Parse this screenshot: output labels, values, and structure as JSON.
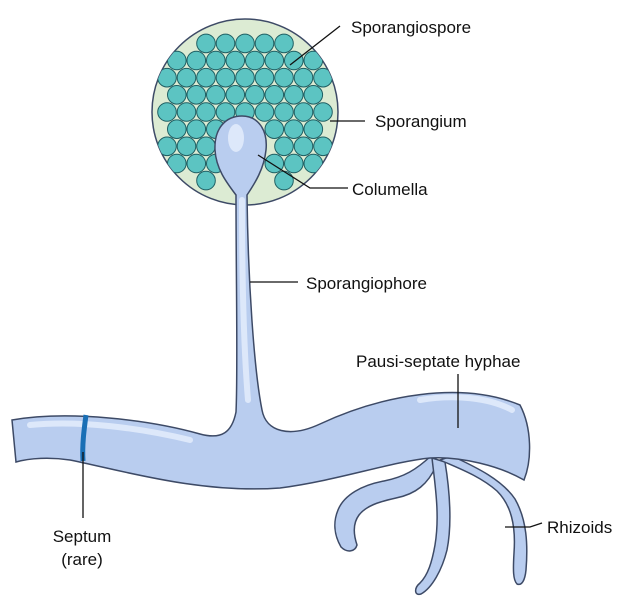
{
  "labels": {
    "sporangiospore": "Sporangiospore",
    "sporangium": "Sporangium",
    "columella": "Columella",
    "sporangiophore": "Sporangiophore",
    "hyphae": "Pausi-septate hyphae",
    "rhizoids": "Rhizoids",
    "septum_line1": "Septum",
    "septum_line2": "(rare)"
  },
  "colors": {
    "hypha_fill": "#b9cdef",
    "hypha_highlight": "#dde8fa",
    "hypha_outline": "#3d4a66",
    "sporangium_fill": "#dcebd3",
    "spore_fill": "#5cc4c2",
    "spore_outline": "#1f5f63",
    "septum": "#1a6fb5"
  }
}
